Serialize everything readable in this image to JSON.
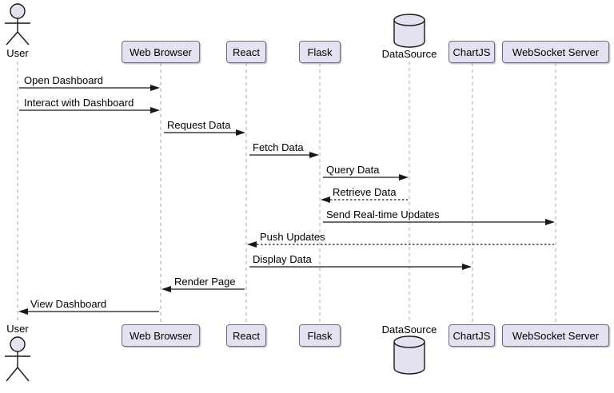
{
  "diagram": {
    "type": "uml-sequence",
    "participants": [
      {
        "name": "User",
        "kind": "actor"
      },
      {
        "name": "Web Browser",
        "kind": "participant"
      },
      {
        "name": "React",
        "kind": "participant"
      },
      {
        "name": "Flask",
        "kind": "participant"
      },
      {
        "name": "DataSource",
        "kind": "database"
      },
      {
        "name": "ChartJS",
        "kind": "participant"
      },
      {
        "name": "WebSocket Server",
        "kind": "participant"
      }
    ],
    "messages": [
      {
        "from": "User",
        "to": "Web Browser",
        "label": "Open Dashboard",
        "line": "solid"
      },
      {
        "from": "User",
        "to": "Web Browser",
        "label": "Interact with Dashboard",
        "line": "solid"
      },
      {
        "from": "Web Browser",
        "to": "React",
        "label": "Request Data",
        "line": "solid"
      },
      {
        "from": "React",
        "to": "Flask",
        "label": "Fetch Data",
        "line": "solid"
      },
      {
        "from": "Flask",
        "to": "DataSource",
        "label": "Query Data",
        "line": "solid"
      },
      {
        "from": "DataSource",
        "to": "Flask",
        "label": "Retrieve Data",
        "line": "dotted"
      },
      {
        "from": "Flask",
        "to": "WebSocket Server",
        "label": "Send Real-time Updates",
        "line": "solid"
      },
      {
        "from": "WebSocket Server",
        "to": "React",
        "label": "Push Updates",
        "line": "dotted"
      },
      {
        "from": "React",
        "to": "ChartJS",
        "label": "Display Data",
        "line": "solid"
      },
      {
        "from": "React",
        "to": "Web Browser",
        "label": "Render Page",
        "line": "solid"
      },
      {
        "from": "Web Browser",
        "to": "User",
        "label": "View Dashboard",
        "line": "solid"
      }
    ],
    "colors": {
      "participant_fill": "#E2E2F0",
      "participant_border": "#6B6B80",
      "lifeline": "#A9A9A9",
      "arrow": "#181818",
      "text": "#000000"
    }
  }
}
